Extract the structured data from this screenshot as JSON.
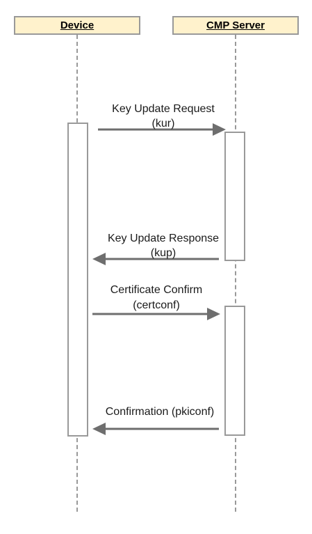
{
  "participants": {
    "device": "Device",
    "server": "CMP Server"
  },
  "messages": {
    "kur_line1": "Key Update Request",
    "kur_line2": "(kur)",
    "kup_line1": "Key Update Response",
    "kup_line2": "(kup)",
    "certconf_line1": "Certificate Confirm",
    "certconf_line2": "(certconf)",
    "pkiconf": "Confirmation (pkiconf)"
  },
  "colors": {
    "participant_fill": "#fff2cc",
    "border_gray": "#999999",
    "arrow_gray": "#6e6e6e"
  }
}
